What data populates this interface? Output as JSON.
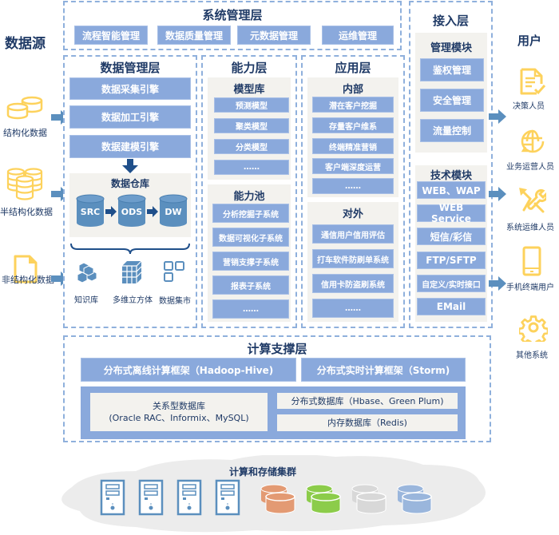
{
  "sources": {
    "title": "数据源",
    "items": [
      {
        "label": "结构化数据",
        "icon": "database-icon"
      },
      {
        "label": "半结构化数据",
        "icon": "database-stack-icon"
      },
      {
        "label": "非结构化数据",
        "icon": "document-icon"
      }
    ]
  },
  "system_layer": {
    "title": "系统管理层",
    "items": [
      "流程智能管理",
      "数据质量管理",
      "元数据管理",
      "运维管理"
    ]
  },
  "data_layer": {
    "title": "数据管理层",
    "engines": [
      "数据采集引擎",
      "数据加工引擎",
      "数据建模引擎"
    ],
    "warehouse": {
      "title": "数据仓库",
      "stages": [
        "SRC",
        "ODS",
        "DW"
      ]
    },
    "outputs": [
      {
        "label": "知识库",
        "icon": "cubes-icon"
      },
      {
        "label": "多维立方体",
        "icon": "rubik-cube-icon"
      },
      {
        "label": "数据集市",
        "icon": "grid-squares-icon"
      }
    ]
  },
  "capability_layer": {
    "title": "能力层",
    "model_lib": {
      "title": "模型库",
      "items": [
        "预测模型",
        "聚类模型",
        "分类模型",
        "……"
      ]
    },
    "pool": {
      "title": "能力池",
      "items": [
        "分析挖掘子系统",
        "数据可视化子系统",
        "营销支撑子系统",
        "报表子系统",
        "……"
      ]
    }
  },
  "app_layer": {
    "title": "应用层",
    "internal": {
      "title": "内部",
      "items": [
        "潜在客户挖掘",
        "存量客户维系",
        "终端精准营销",
        "客户端深度运营",
        "……"
      ]
    },
    "external": {
      "title": "对外",
      "items": [
        "通信用户信用评估",
        "打车软件防刷单系统",
        "信用卡防盗刷系统",
        "……"
      ]
    }
  },
  "access_layer": {
    "title": "接入层",
    "mgmt": {
      "title": "管理模块",
      "items": [
        "鉴权管理",
        "安全管理",
        "流量控制"
      ]
    },
    "tech": {
      "title": "技术模块",
      "items": [
        "WEB、WAP",
        "WEB Service",
        "短信/彩信",
        "FTP/SFTP",
        "自定义/实时接口",
        "EMail"
      ]
    }
  },
  "users": {
    "title": "用户",
    "items": [
      {
        "label": "决策人员",
        "icon": "report-check-icon"
      },
      {
        "label": "业务运营人员",
        "icon": "globe-icon"
      },
      {
        "label": "系统运维人员",
        "icon": "wrench-screwdriver-icon"
      },
      {
        "label": "手机终端用户",
        "icon": "mobile-phone-icon"
      },
      {
        "label": "其他系统",
        "icon": "gear-icon"
      }
    ]
  },
  "compute_layer": {
    "title": "计算支撑层",
    "frameworks": [
      "分布式离线计算框架（Hadoop-Hive)",
      "分布式实时计算框架（Storm)"
    ],
    "relational": {
      "line1": "关系型数据库",
      "line2": "(Oracle RAC、Informix、MySQL)"
    },
    "distributed_db": "分布式数据库（Hbase、Green  Plum)",
    "memory_db": "内存数据库（Redis)"
  },
  "cluster": {
    "title": "计算和存储集群",
    "servers": 4,
    "db_colors": [
      "#e39a73",
      "#8ccc4a",
      "#d8d8d8",
      "#9ab6dc"
    ]
  },
  "colors": {
    "accent": "#8aa9dc",
    "dark": "#1f3a66",
    "arrow": "#5b8fbe",
    "icon_yellow": "#fdd25c",
    "panel": "#f3f2ee",
    "dash": "#8fb0dc"
  }
}
